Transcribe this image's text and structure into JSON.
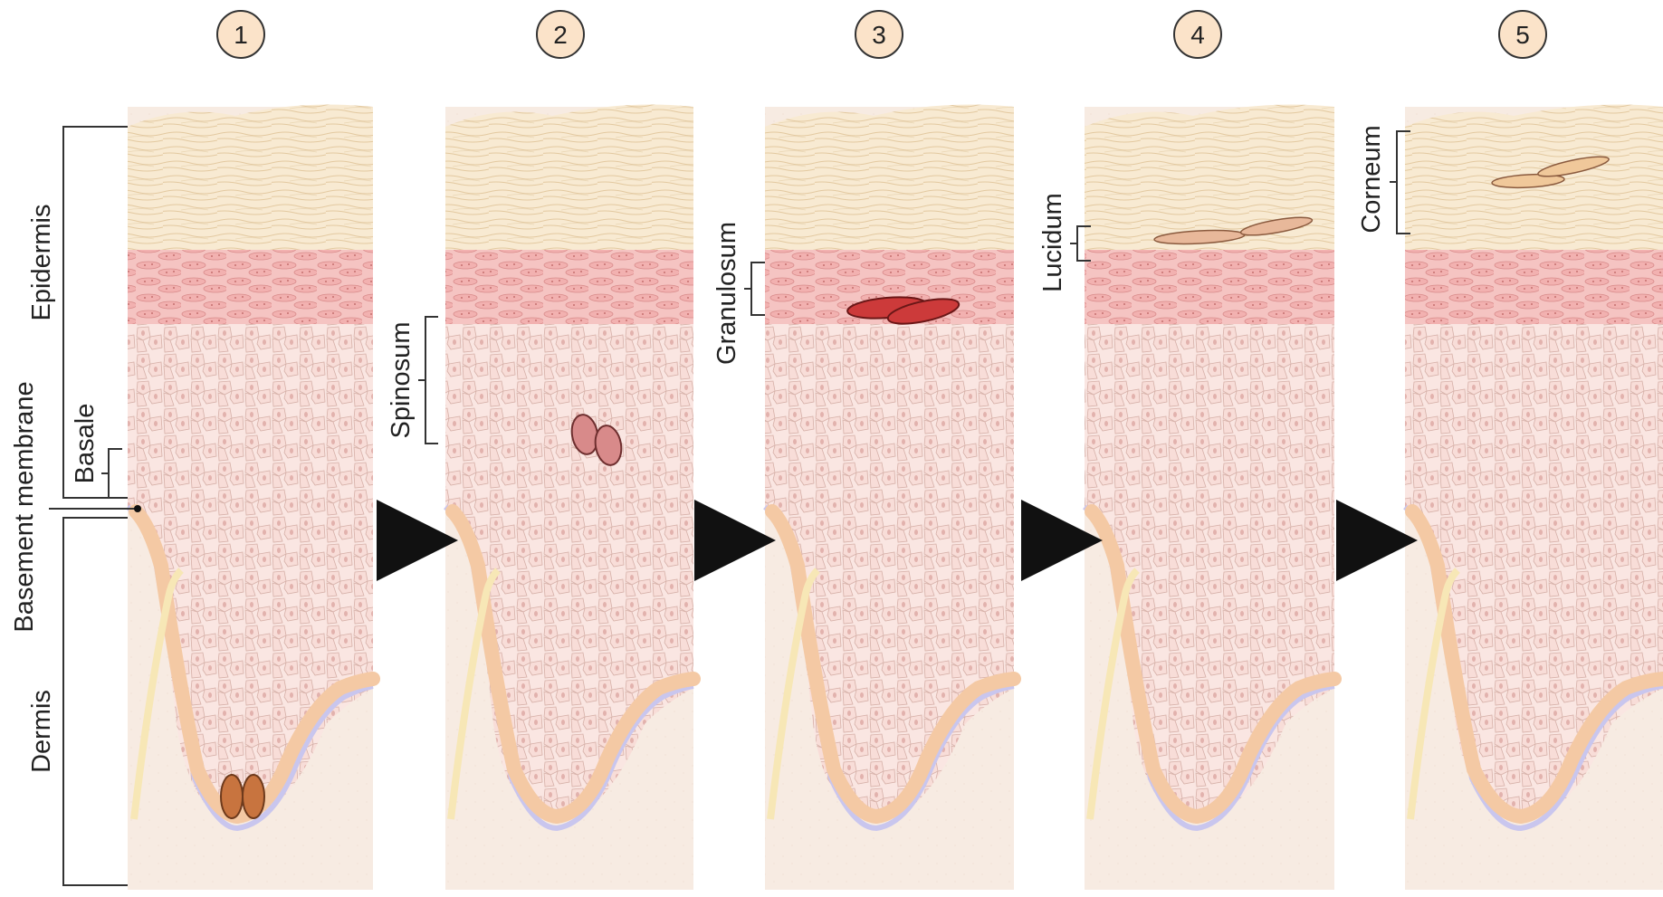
{
  "steps": [
    {
      "number": "1",
      "label": "Basale"
    },
    {
      "number": "2",
      "label": "Spinosum"
    },
    {
      "number": "3",
      "label": "Granulosum"
    },
    {
      "number": "4",
      "label": "Lucidum"
    },
    {
      "number": "5",
      "label": "Corneum"
    }
  ],
  "side_labels": {
    "epidermis": "Epidermis",
    "basement_membrane": "Basement membrane",
    "dermis": "Dermis"
  },
  "colors": {
    "corneum": "#f8ead2",
    "corneum_line": "#e6cfa8",
    "granular": "#f2b6b6",
    "granular_line": "#d98a8a",
    "spinous": "#f9e0dc",
    "spinous_line": "#d9b3ab",
    "basal": "#f4c9a4",
    "basal_line": "#d39a72",
    "dermis": "#f7ebe2",
    "basement": "#c9c6ee",
    "number_fill": "#fbe3c9",
    "cell_basale": "#c8743f",
    "cell_spinosum": "#d88a8a",
    "cell_granulosum": "#cc3a3a",
    "cell_lucidum": "#e8b89a",
    "cell_corneum": "#f0c89a",
    "arrow": "#111111"
  }
}
